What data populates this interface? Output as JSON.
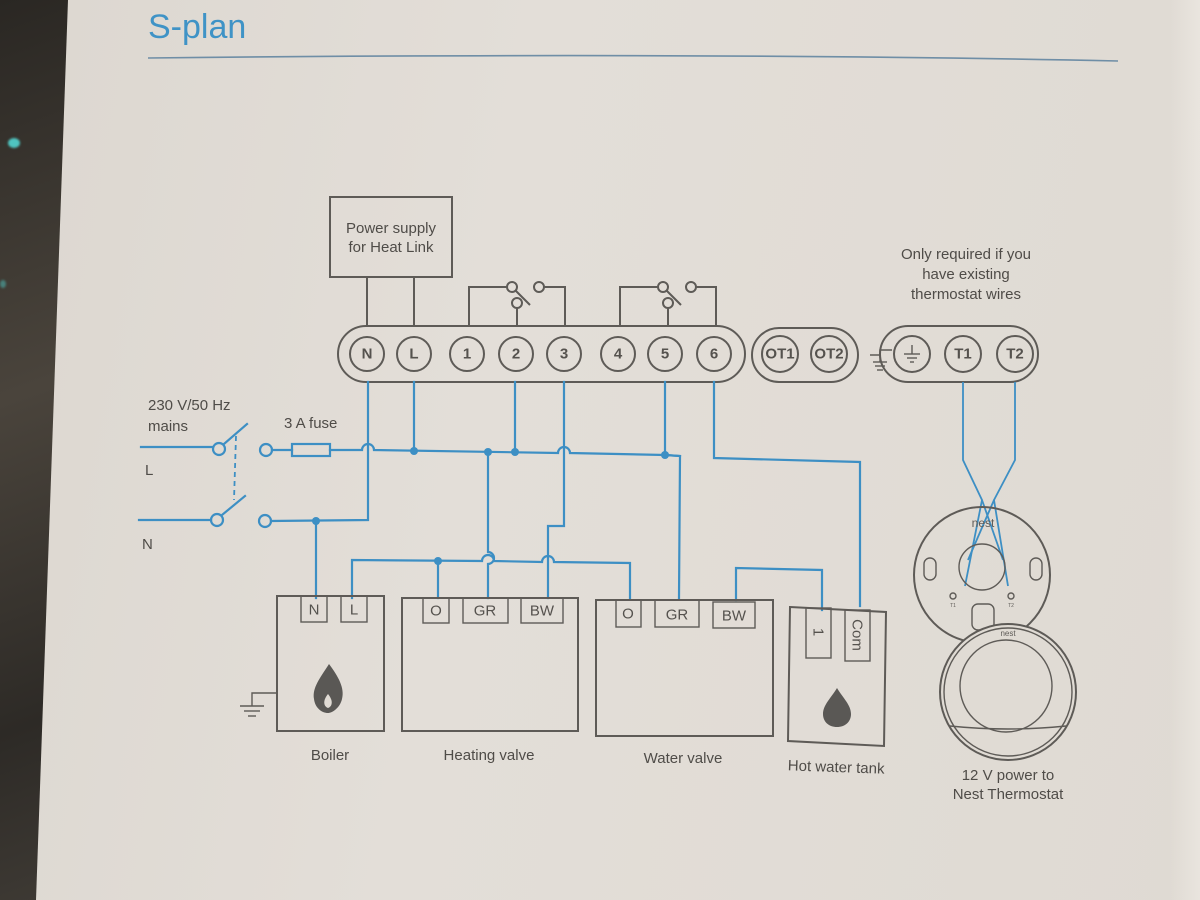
{
  "title": "S-plan",
  "heat_link": {
    "power_supply_label_line1": "Power supply",
    "power_supply_label_line2": "for Heat Link",
    "main_terminals": [
      "N",
      "L",
      "1",
      "2",
      "3",
      "4",
      "5",
      "6"
    ],
    "ot_terminals": [
      "OT1",
      "OT2"
    ],
    "thermostat_terminals": [
      "earth",
      "T1",
      "T2"
    ]
  },
  "note": {
    "line1": "Only required if you",
    "line2": "have existing",
    "line3": "thermostat wires"
  },
  "mains": {
    "label_line1": "230 V/50 Hz",
    "label_line2": "mains",
    "live": "L",
    "neutral": "N",
    "fuse_label": "3 A fuse"
  },
  "devices": {
    "boiler": {
      "label": "Boiler",
      "terminals": [
        "N",
        "L"
      ],
      "icon": "flame-icon"
    },
    "heating_valve": {
      "label": "Heating valve",
      "terminals": [
        "O",
        "GR",
        "BW"
      ]
    },
    "water_valve": {
      "label": "Water valve",
      "terminals": [
        "O",
        "GR",
        "BW"
      ]
    },
    "hot_water_tank": {
      "label": "Hot water tank",
      "terminals": [
        "1",
        "Com"
      ],
      "icon": "water-drop-icon"
    },
    "nest": {
      "brand": "nest",
      "base_terminals": [
        "T1",
        "T2"
      ],
      "label_line1": "12 V power to",
      "label_line2": "Nest Thermostat"
    }
  },
  "colors": {
    "wire": "#3d8fc4",
    "title": "#3f93c6",
    "ink": "#5e5b57"
  }
}
